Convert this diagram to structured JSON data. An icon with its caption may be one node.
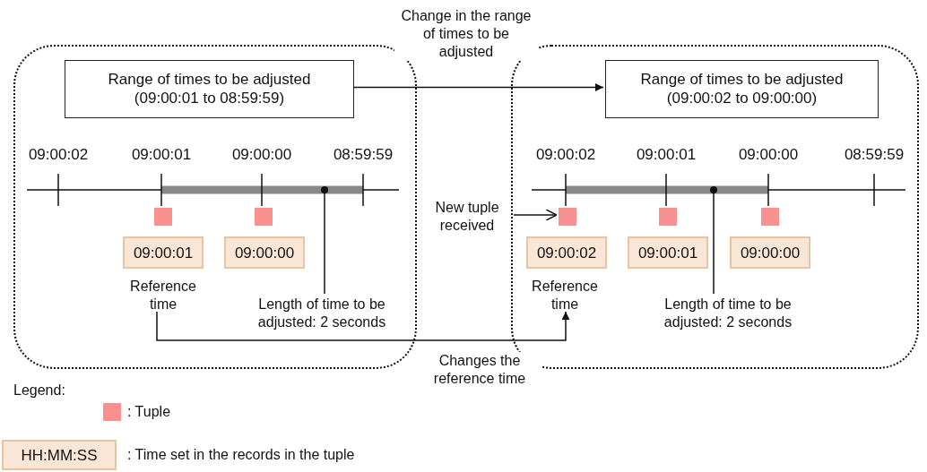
{
  "diagram": {
    "nodes": [
      {
        "text": [],
        "shape": "box"
      },
      {
        "text": [
          "Range of times to be adjusted (09:00:01 to 08:59:59)"
        ],
        "in": 0
      },
      {
        "text": [],
        "shape": "box",
        "in": 0
      },
      {
        "text": [
          "09:00:01"
        ],
        "in": 0
      },
      {
        "text": [],
        "shape": "box",
        "in": 0
      },
      {
        "text": [
          "09:00:00"
        ],
        "in": 0
      },
      {
        "text": [
          "Reference time"
        ],
        "in": 0
      },
      {
        "text": [
          "Length of time to be adjusted: 2 seconds"
        ],
        "in": 0
      },
      {
        "text": [],
        "shape": "box"
      },
      {
        "text": [
          "Range of times to be adjusted (09:00:02 to 09:00:00)"
        ],
        "in": 8
      },
      {
        "text": [],
        "shape": "box",
        "in": 8
      },
      {
        "text": [
          "09:00:02"
        ],
        "in": 8
      },
      {
        "text": [],
        "shape": "box",
        "in": 8
      },
      {
        "text": [
          "09:00:01"
        ],
        "in": 8
      },
      {
        "text": [],
        "shape": "box",
        "in": 8
      },
      {
        "text": [
          "09:00:00"
        ],
        "in": 8
      },
      {
        "text": [
          "Reference time"
        ],
        "in": 8
      },
      {
        "text": [
          "Length of time to be adjusted: 2 seconds"
        ],
        "in": 8
      },
      {
        "text": [
          "New tuple received"
        ]
      }
    ],
    "edges": [
      {
        "from": 1,
        "to": 9,
        "arrow": "to",
        "label": "Change in the range of times to be adjusted"
      },
      {
        "from": 6,
        "to": 16,
        "arrow": "to",
        "label": "Changes the reference time"
      },
      {
        "from": 18,
        "to": 10,
        "arrow": "to"
      },
      {
        "from": 7,
        "to": null,
        "arrow": "other"
      },
      {
        "from": 17,
        "to": null,
        "arrow": "other"
      }
    ],
    "labels": [
      "09:00:02",
      "09:00:01",
      "09:00:00",
      "08:59:59",
      "09:00:02",
      "09:00:01",
      "09:00:00",
      "08:59:59",
      "Legend:",
      "HH:MM:SS"
    ],
    "legend": [
      {
        "text": ": Tuple",
        "color": "#f99191"
      },
      {
        "text": ": Time set in the records in the tuple"
      }
    ]
  }
}
